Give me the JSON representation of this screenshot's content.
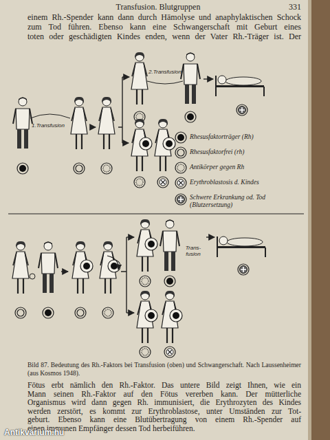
{
  "diagram": {
    "caption": "Bild 87. Bedeutung des Rh.-Faktors bei Transfusion (oben) und Schwangerschaft. Nach Laussenheimer (aus Kosmos 1948).",
    "labels": [
      "Transfusion. Blutgruppen",
      "331",
      "einem Rh.-Spender kann dann durch Hämolyse und anaphylaktischen Schock",
      "zum Tod führen. Ebenso kann eine Schwangerschaft mit Geburt eines",
      "toten oder geschädigten Kindes enden, wenn der Vater Rh.-Träger ist. Der",
      "1.Transfusion",
      "2.Transfusion",
      "Trans- fusion",
      "Fötus erbt nämlich den Rh.-Faktor. Das untere Bild zeigt Ihnen, wie ein",
      "Mann seinen Rh.-Faktor auf den Fötus vererben kann. Der mütterliche",
      "Organismus wird dann gegen Rh. immunisiert, die Erythrozyten des Kindes",
      "werden zerstört, es kommt zur Erythroblastose, unter Umständen zur Tot-",
      "geburt. Ebenso kann eine Blutübertragung von einem Rh.-Spender auf",
      "einen immunen Empfänger dessen Tod herbeiführen.",
      "Antikvárium.hu"
    ],
    "legend": [
      {
        "text": "Rhesusfaktorträger (Rh)"
      },
      {
        "text": "Rhesusfaktorfrei (rh)"
      },
      {
        "text": "Antikörper gegen Rh"
      },
      {
        "text": "Erythroblastosis d. Kindes"
      },
      {
        "text": "Schwere Erkrankung od. Tod (Blutzersetzung)"
      }
    ]
  }
}
